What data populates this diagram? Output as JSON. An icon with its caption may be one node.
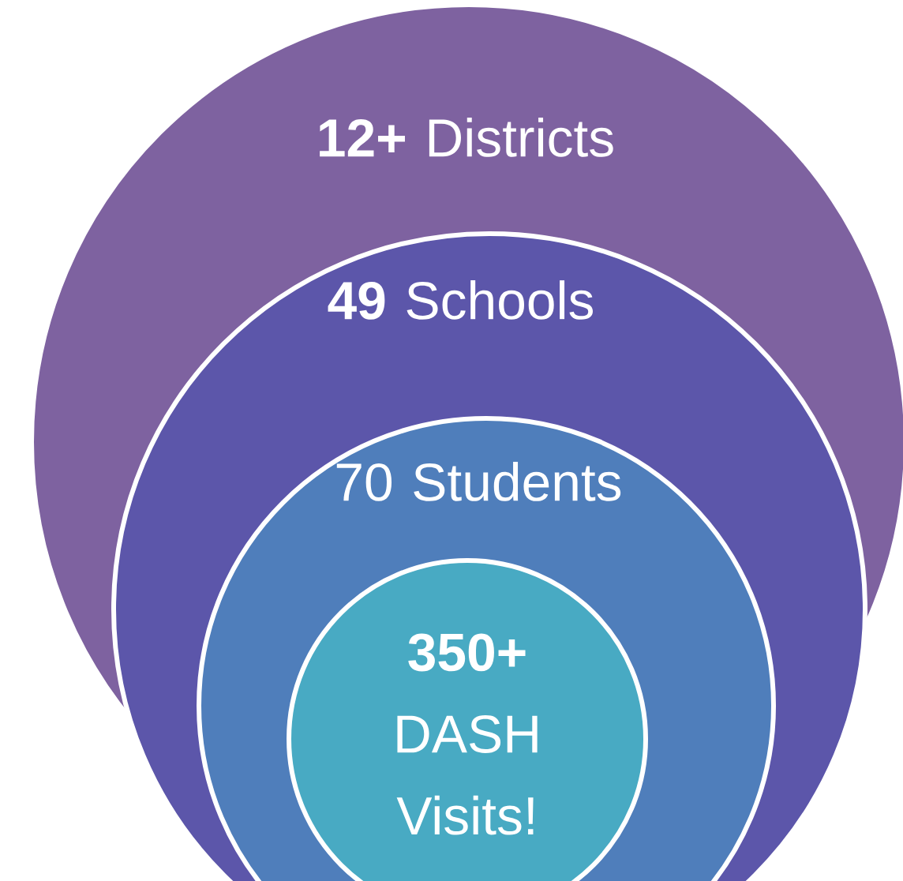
{
  "diagram": {
    "nodes": [
      {
        "text": [
          "**12+** Districts"
        ]
      },
      {
        "text": [
          "**49** Schools"
        ],
        "in": 0
      },
      {
        "text": [
          "70 Students"
        ],
        "in": 1
      },
      {
        "text": [
          "**350+** DASH Visits!"
        ],
        "in": 2
      }
    ]
  }
}
